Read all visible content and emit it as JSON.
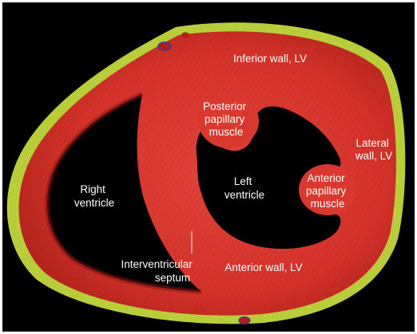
{
  "colors": {
    "background": "#000000",
    "myocardium": "#d7352b",
    "myocardium_dark": "#a81e17",
    "pericardial_fat": "#b9cc3a",
    "cavity": "#000000",
    "label_text": "#ffffff"
  },
  "labels": {
    "inferior_wall": "Inferior wall, LV",
    "posterior_papillary": [
      "Posterior",
      "papillary",
      "muscle"
    ],
    "lateral_wall": [
      "Lateral",
      "wall, LV"
    ],
    "right_ventricle": [
      "Right",
      "ventricle"
    ],
    "left_ventricle": [
      "Left",
      "ventricle"
    ],
    "anterior_papillary": [
      "Anterior",
      "papillary",
      "muscle"
    ],
    "interventricular_septum": [
      "Interventricular",
      "septum"
    ],
    "anterior_wall": "Anterior wall, LV"
  }
}
